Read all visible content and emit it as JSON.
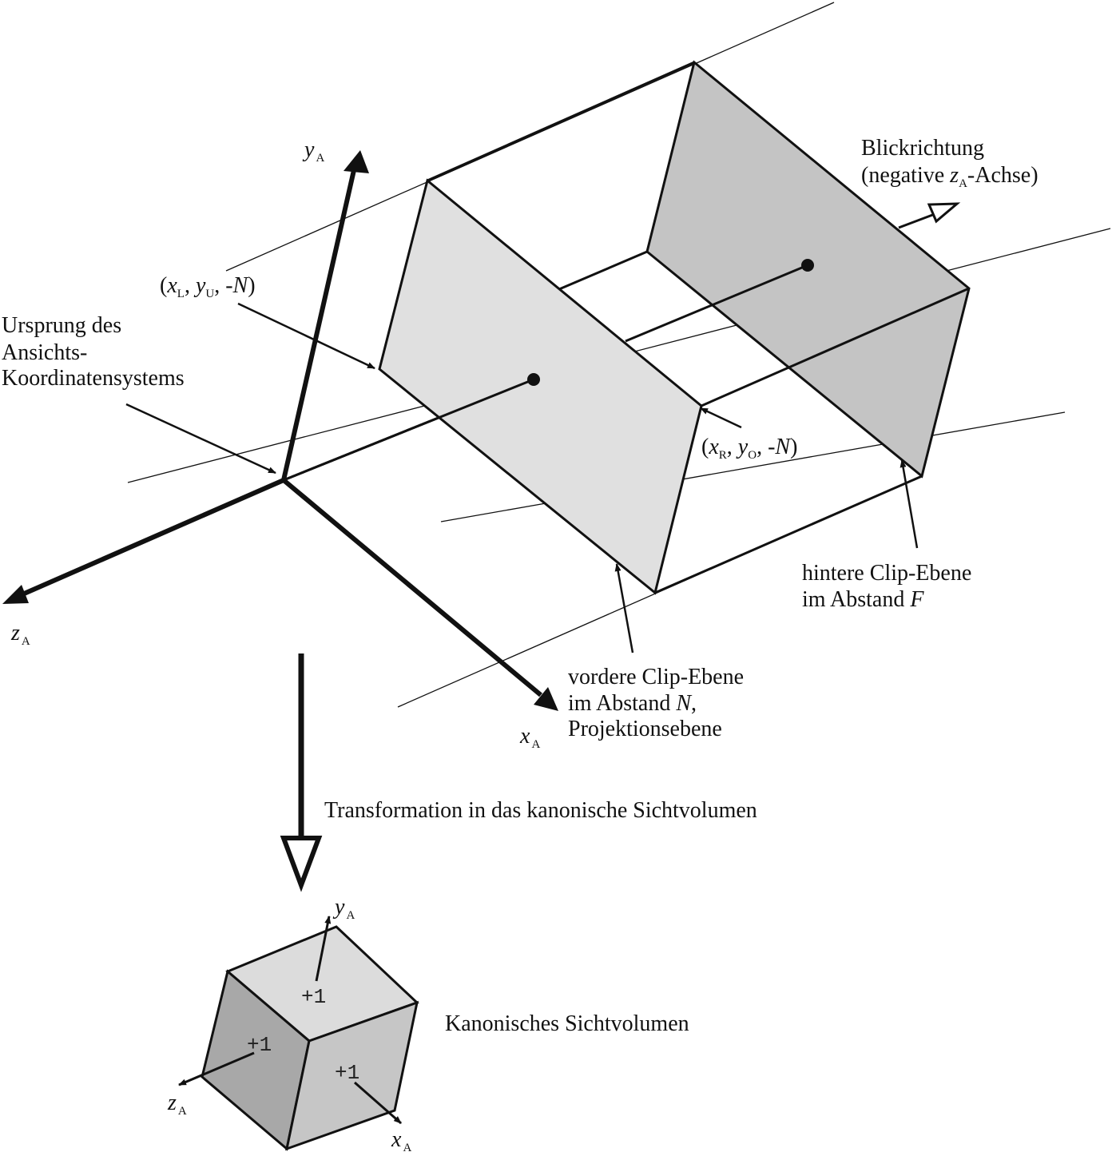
{
  "axes": {
    "y_var": "y",
    "y_sub": "A",
    "z_var": "z",
    "z_sub": "A",
    "x_var": "x",
    "x_sub": "A"
  },
  "labels": {
    "view_direction_line1": "Blickrichtung",
    "view_direction_pre": "(negative ",
    "view_direction_var": "z",
    "view_direction_sub": "A",
    "view_direction_post": "-Achse)",
    "origin_line1": "Ursprung des",
    "origin_line2": "Ansichts-",
    "origin_line3": "Koordinatensystems",
    "corner_lu_open": "(",
    "corner_lu_x": "x",
    "corner_lu_xsub": "L",
    "corner_lu_sep": ", ",
    "corner_lu_y": "y",
    "corner_lu_ysub": "U",
    "corner_lu_mid": ", -",
    "corner_lu_n": "N",
    "corner_lu_close": ")",
    "corner_ro_open": "(",
    "corner_ro_x": "x",
    "corner_ro_xsub": "R",
    "corner_ro_sep": ", ",
    "corner_ro_y": "y",
    "corner_ro_ysub": "O",
    "corner_ro_mid": ", -",
    "corner_ro_n": "N",
    "corner_ro_close": ")",
    "back_clip_line1": "hintere Clip-Ebene",
    "back_clip_line2_pre": "im Abstand ",
    "back_clip_line2_var": "F",
    "front_clip_line1": "vordere Clip-Ebene",
    "front_clip_line2_pre": "im Abstand ",
    "front_clip_line2_var": "N",
    "front_clip_line2_post": ",",
    "front_clip_line3": "Projektionsebene",
    "transformation": "Transformation in das kanonische Sichtvolumen",
    "canonical_volume": "Kanonisches Sichtvolumen"
  },
  "cube": {
    "top_value": "+1",
    "left_value": "+1",
    "right_value": "+1"
  },
  "colors": {
    "line": "#111111",
    "front_plane": "#e0e0e0",
    "back_plane": "#c4c4c4",
    "cube_top": "#dcdcdc",
    "cube_left": "#a8a8a8",
    "cube_right": "#c6c6c6"
  }
}
